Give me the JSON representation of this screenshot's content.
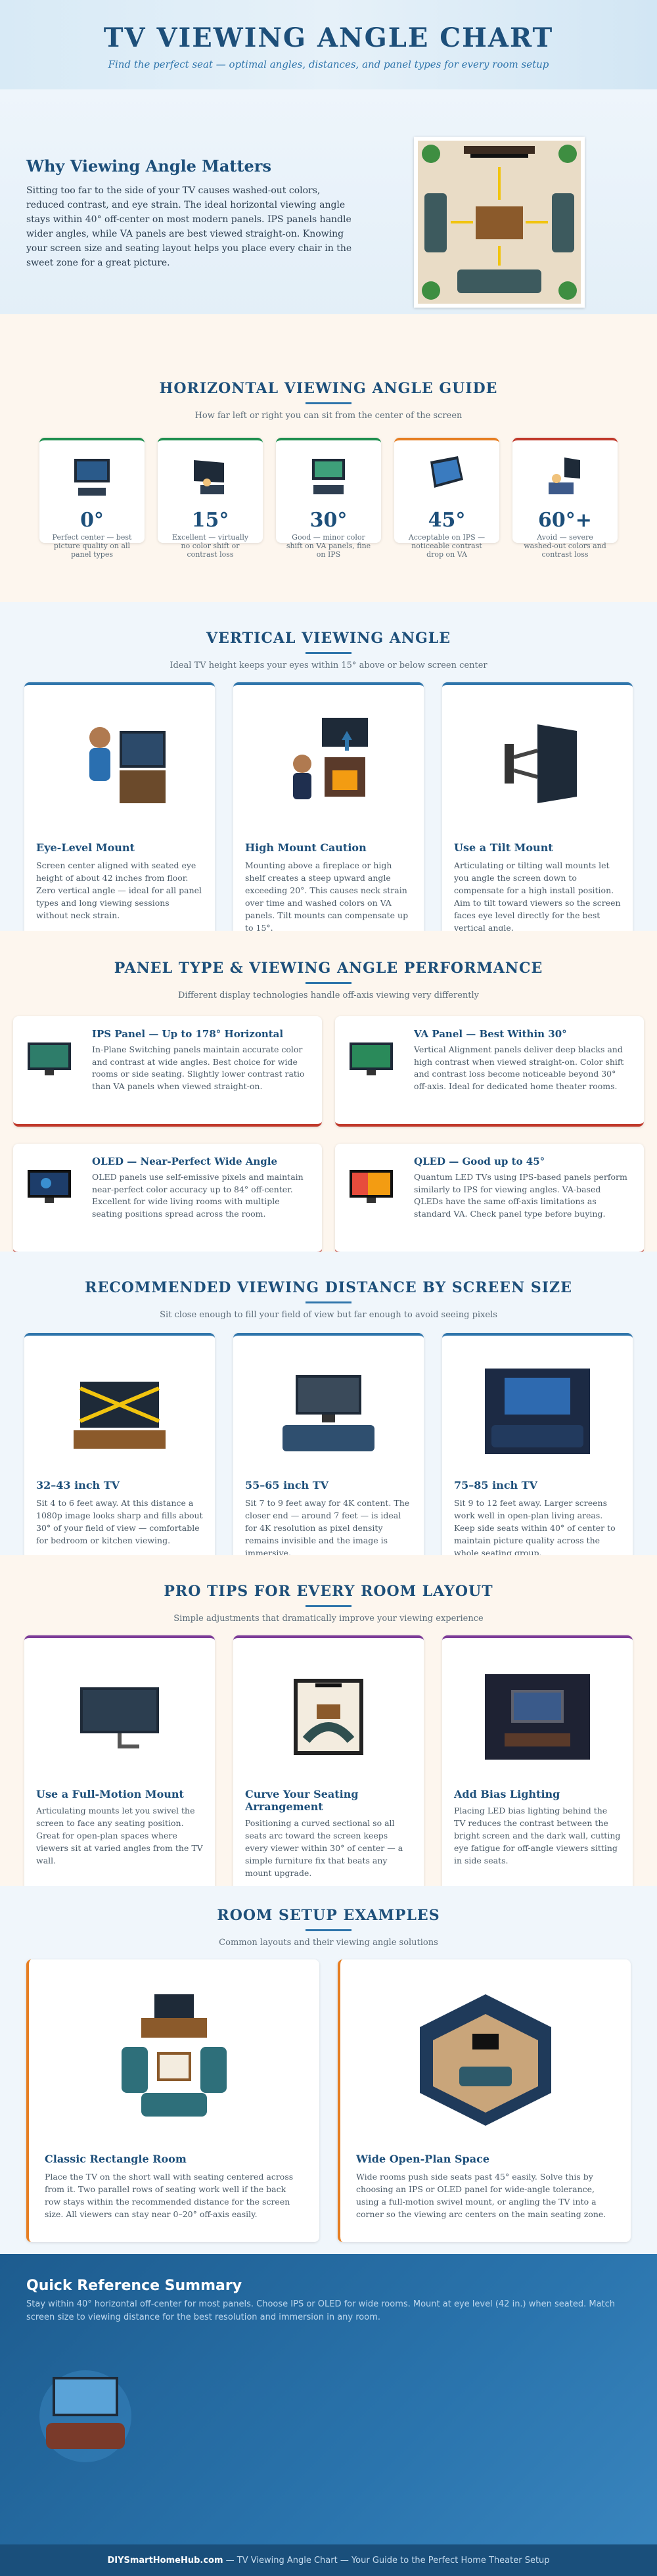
{
  "header": {
    "title": "TV VIEWING ANGLE CHART",
    "subtitle": "Find the perfect seat — optimal angles, distances, and panel types for every room setup"
  },
  "why": {
    "title": "Why Viewing Angle Matters",
    "body": "Sitting too far to the side of your TV causes washed-out colors, reduced contrast, and eye strain. The ideal horizontal viewing angle stays within 40° off-center on most modern panels. IPS panels handle wider angles, while VA panels are best viewed straight-on. Knowing your screen size and seating layout helps you place every chair in the sweet zone for a great picture."
  },
  "horizontal": {
    "title": "HORIZONTAL VIEWING ANGLE GUIDE",
    "subtitle": "How far left or right you can sit from the center of the screen",
    "cards": [
      {
        "deg": "0°",
        "caption": "Perfect center — best picture quality on all panel types",
        "color": "#1f8f4f"
      },
      {
        "deg": "15°",
        "caption": "Excellent — virtually no color shift or contrast loss",
        "color": "#1f8f4f"
      },
      {
        "deg": "30°",
        "caption": "Good — minor color shift on VA panels, fine on IPS",
        "color": "#1f8f4f"
      },
      {
        "deg": "45°",
        "caption": "Acceptable on IPS — noticeable contrast drop on VA",
        "color": "#e67e22"
      },
      {
        "deg": "60°+",
        "caption": "Avoid — severe washed-out colors and contrast loss",
        "color": "#c0392b"
      }
    ]
  },
  "vertical": {
    "title": "VERTICAL VIEWING ANGLE",
    "subtitle": "Ideal TV height keeps your eyes within 15° above or below screen center",
    "cards": [
      {
        "title": "Eye-Level Mount",
        "body": "Screen center aligned with seated eye height of about 42 inches from floor. Zero vertical angle — ideal for all panel types and long viewing sessions without neck strain."
      },
      {
        "title": "High Mount Caution",
        "body": "Mounting above a fireplace or high shelf creates a steep upward angle exceeding 20°. This causes neck strain over time and washed colors on VA panels. Tilt mounts can compensate up to 15°."
      },
      {
        "title": "Use a Tilt Mount",
        "body": "Articulating or tilting wall mounts let you angle the screen down to compensate for a high install position. Aim to tilt toward viewers so the screen faces eye level directly for the best vertical angle."
      }
    ]
  },
  "panel": {
    "title": "PANEL TYPE & VIEWING ANGLE PERFORMANCE",
    "subtitle": "Different display technologies handle off-axis viewing very differently",
    "cards": [
      {
        "title": "IPS Panel — Up to 178° Horizontal",
        "body": "In-Plane Switching panels maintain accurate color and contrast at wide angles. Best choice for wide rooms or side seating. Slightly lower contrast ratio than VA panels when viewed straight-on."
      },
      {
        "title": "VA Panel — Best Within 30°",
        "body": "Vertical Alignment panels deliver deep blacks and high contrast when viewed straight-on. Color shift and contrast loss become noticeable beyond 30° off-axis. Ideal for dedicated home theater rooms."
      },
      {
        "title": "OLED — Near-Perfect Wide Angle",
        "body": "OLED panels use self-emissive pixels and maintain near-perfect color accuracy up to 84° off-center. Excellent for wide living rooms with multiple seating positions spread across the room."
      },
      {
        "title": "QLED — Good up to 45°",
        "body": "Quantum LED TVs using IPS-based panels perform similarly to IPS for viewing angles. VA-based QLEDs have the same off-axis limitations as standard VA. Check panel type before buying."
      }
    ]
  },
  "distance": {
    "title": "RECOMMENDED VIEWING DISTANCE BY SCREEN SIZE",
    "subtitle": "Sit close enough to fill your field of view but far enough to avoid seeing pixels",
    "cards": [
      {
        "title": "32–43 inch TV",
        "body": "Sit 4 to 6 feet away. At this distance a 1080p image looks sharp and fills about 30° of your field of view — comfortable for bedroom or kitchen viewing."
      },
      {
        "title": "55–65 inch TV",
        "body": "Sit 7 to 9 feet away for 4K content. The closer end — around 7 feet — is ideal for 4K resolution as pixel density remains invisible and the image is immersive."
      },
      {
        "title": "75–85 inch TV",
        "body": "Sit 9 to 12 feet away. Larger screens work well in open-plan living areas. Keep side seats within 40° of center to maintain picture quality across the whole seating group."
      }
    ]
  },
  "tips": {
    "title": "PRO TIPS FOR EVERY ROOM LAYOUT",
    "subtitle": "Simple adjustments that dramatically improve your viewing experience",
    "cards": [
      {
        "title": "Use a Full-Motion Mount",
        "body": "Articulating mounts let you swivel the screen to face any seating position. Great for open-plan spaces where viewers sit at varied angles from the TV wall."
      },
      {
        "title": "Curve Your Seating Arrangement",
        "body": "Positioning a curved sectional so all seats arc toward the screen keeps every viewer within 30° of center — a simple furniture fix that beats any mount upgrade."
      },
      {
        "title": "Add Bias Lighting",
        "body": "Placing LED bias lighting behind the TV reduces the contrast between the bright screen and the dark wall, cutting eye fatigue for off-angle viewers sitting in side seats."
      }
    ]
  },
  "rooms": {
    "title": "ROOM SETUP EXAMPLES",
    "subtitle": "Common layouts and their viewing angle solutions",
    "cards": [
      {
        "title": "Classic Rectangle Room",
        "body": "Place the TV on the short wall with seating centered across from it. Two parallel rows of seating work well if the back row stays within the recommended distance for the screen size. All viewers can stay near 0–20° off-axis easily."
      },
      {
        "title": "Wide Open-Plan Space",
        "body": "Wide rooms push side seats past 45° easily. Solve this by choosing an IPS or OLED panel for wide-angle tolerance, using a full-motion swivel mount, or angling the TV into a corner so the viewing arc centers on the main seating zone."
      }
    ]
  },
  "summary": {
    "title": "Quick Reference Summary",
    "body": "Stay within 40° horizontal off-center for most panels. Choose IPS or OLED for wide rooms. Mount at eye level (42 in.) when seated. Match screen size to viewing distance for the best resolution and immersion in any room."
  },
  "footer": {
    "brand": "DIYSmartHomeHub.com",
    "text": " — TV Viewing Angle Chart — Your Guide to the Perfect Home Theater Setup"
  }
}
